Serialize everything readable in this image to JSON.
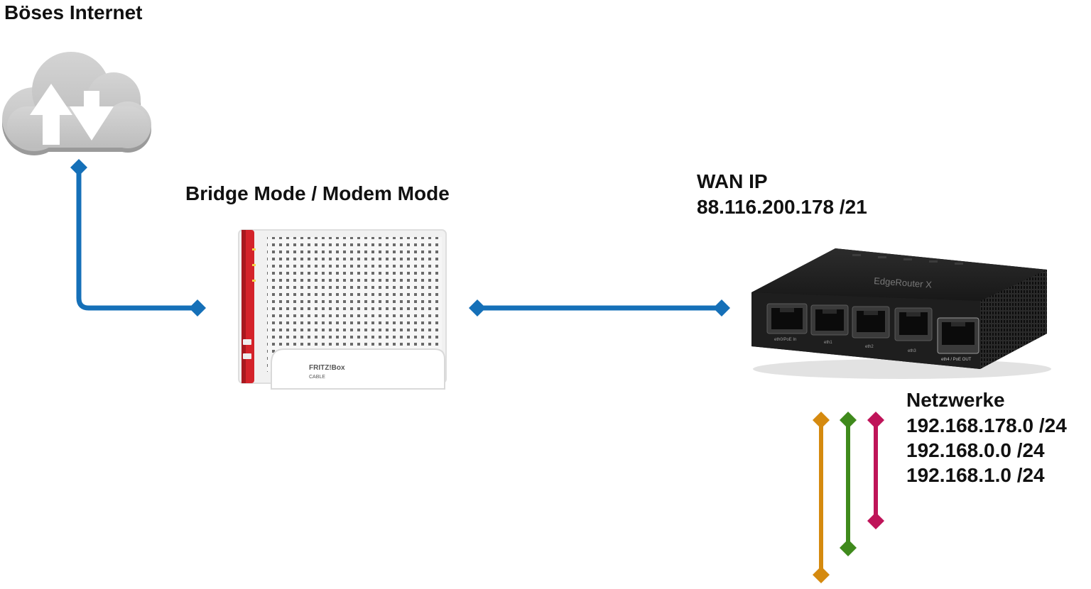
{
  "internet": {
    "title": "Böses Internet"
  },
  "modem": {
    "title": "Bridge Mode / Modem Mode",
    "brand_text": "FRITZ!Box",
    "model_text": "CABLE"
  },
  "router": {
    "wan_title": "WAN IP",
    "wan_ip": "88.116.200.178 /21",
    "brand_text": "EdgeRouter X",
    "ports": [
      "eth0/PoE In",
      "eth1",
      "eth2",
      "eth3",
      "eth4 / PoE OUT"
    ]
  },
  "networks": {
    "heading": "Netzwerke",
    "items": [
      "192.168.178.0 /24",
      "192.168.0.0 /24",
      "192.168.1.0 /24"
    ]
  },
  "colors": {
    "link_blue": "#1570b8",
    "net_orange": "#d58a0f",
    "net_green": "#3f8a1c",
    "net_magenta": "#bf1459",
    "cloud_gray": "#c8c8c8",
    "modem_red": "#d4232a",
    "router_black": "#1b1b1b"
  },
  "icons": [
    "cloud-upload-download-icon",
    "fritzbox-modem-icon",
    "edgerouter-icon"
  ]
}
